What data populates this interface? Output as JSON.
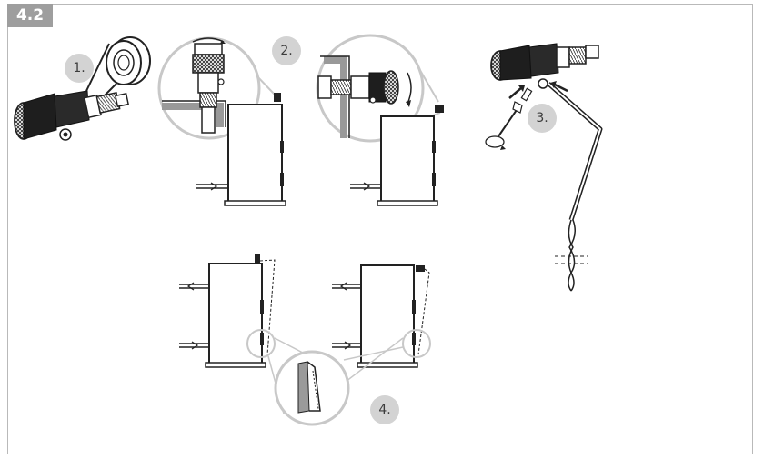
{
  "section_label": "4.2",
  "steps": [
    {
      "label": "1."
    },
    {
      "label": "2."
    },
    {
      "label": "3."
    },
    {
      "label": "4."
    }
  ],
  "colors": {
    "tab": "#9e9e9e",
    "step_badge": "#d3d3d3",
    "line": "#222222",
    "magnifier": "#c8c8c8"
  }
}
